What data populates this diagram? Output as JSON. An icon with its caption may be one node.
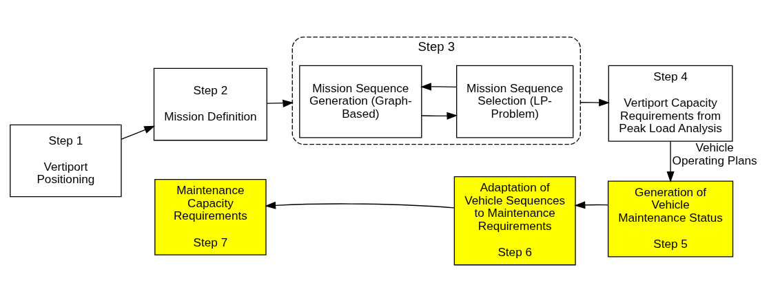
{
  "diagram": {
    "nodes": [
      {
        "text": [
          "Step 1",
          "Vertiport Positioning"
        ]
      },
      {
        "text": [
          "Step 2",
          "Mission Definition"
        ]
      },
      {
        "text": [
          "Step 3"
        ]
      },
      {
        "text": [
          "Mission Sequence Generation (Graph-Based)"
        ],
        "in": 2
      },
      {
        "text": [
          "Mission Sequence Selection (LP-Problem)"
        ],
        "in": 2
      },
      {
        "text": [
          "Step 4",
          "Vertiport Capacity Requirements from Peak Load Analysis"
        ]
      },
      {
        "text": [
          "Generation of Vehicle Maintenance Status",
          "Step 5"
        ]
      },
      {
        "text": [
          "Adaptation of Vehicle Sequences to Maintenance Requirements",
          "Step 6"
        ]
      },
      {
        "text": [
          "Maintenance Capacity Requirements",
          "Step 7"
        ]
      }
    ],
    "edges": [
      {
        "from": 0,
        "to": 1,
        "arrow": "to"
      },
      {
        "from": 1,
        "to": 2,
        "arrow": "to"
      },
      {
        "from": 3,
        "to": 4,
        "arrow": "to"
      },
      {
        "from": 4,
        "to": 3,
        "arrow": "to"
      },
      {
        "from": 2,
        "to": 5,
        "arrow": "to"
      },
      {
        "from": 5,
        "to": 6,
        "arrow": "to",
        "label": "Vehicle Operating Plans"
      },
      {
        "from": 6,
        "to": 7,
        "arrow": "to"
      },
      {
        "from": 7,
        "to": 8,
        "arrow": "to"
      }
    ]
  }
}
